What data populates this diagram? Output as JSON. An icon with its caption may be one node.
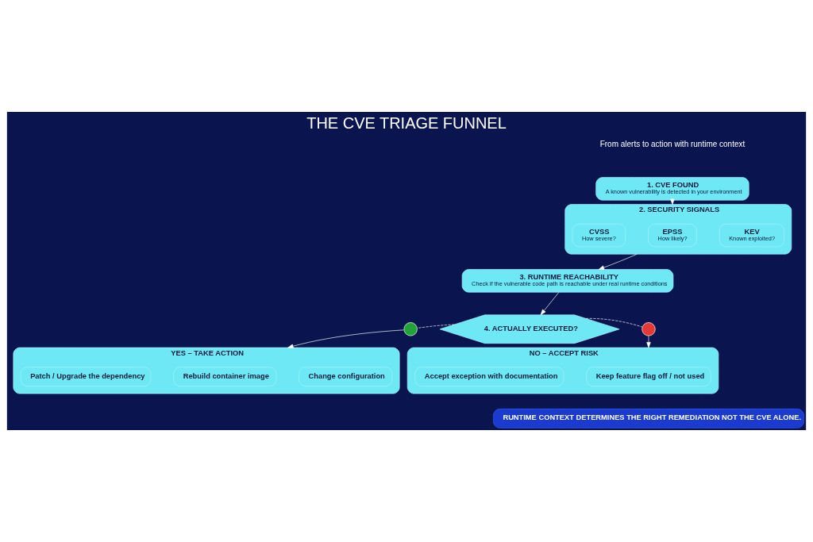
{
  "diagram": {
    "title": "THE CVE TRIAGE FUNNEL",
    "nodes": [
      {
        "text": [
          "1. CVE FOUND",
          "A known vulnerability is detected in your environment"
        ]
      },
      {
        "text": [
          "2. SECURITY SIGNALS"
        ]
      },
      {
        "text": [
          "CVSS",
          "How severe?"
        ],
        "in": 1
      },
      {
        "text": [
          "EPSS",
          "How likely?"
        ],
        "in": 1
      },
      {
        "text": [
          "KEV",
          "Known exploited?"
        ],
        "in": 1
      },
      {
        "text": [
          "3. RUNTIME REACHABILITY",
          "Check if the vulnerable code path is reachable under real runtime conditions"
        ]
      },
      {
        "text": [
          "4. ACTUALLY EXECUTED?"
        ]
      },
      {
        "text": [],
        "shape": "circle"
      },
      {
        "text": [],
        "shape": "circle"
      },
      {
        "text": [
          "YES – TAKE ACTION"
        ]
      },
      {
        "text": [
          "Patch / Upgrade the dependency"
        ],
        "in": 9
      },
      {
        "text": [
          "Rebuild container image"
        ],
        "in": 9
      },
      {
        "text": [
          "Change configuration"
        ],
        "in": 9
      },
      {
        "text": [
          "NO – ACCEPT RISK"
        ]
      },
      {
        "text": [
          "Accept exception with documentation"
        ],
        "in": 13
      },
      {
        "text": [
          "Keep feature flag off / not used"
        ],
        "in": 13
      },
      {
        "text": [
          "RUNTIME CONTEXT DETERMINES THE RIGHT REMEDIATION NOT THE CVE ALONE."
        ]
      }
    ],
    "edges": [
      {
        "from": 0,
        "to": 1,
        "arrow": "to"
      },
      {
        "from": 1,
        "to": 5,
        "arrow": "to"
      },
      {
        "from": 5,
        "to": 6,
        "arrow": "to"
      },
      {
        "from": 6,
        "to": 7,
        "arrow": "none",
        "style": "dashed"
      },
      {
        "from": 7,
        "to": 9,
        "arrow": "to"
      },
      {
        "from": 6,
        "to": 8,
        "arrow": "none",
        "style": "dashed"
      },
      {
        "from": 8,
        "to": 13,
        "arrow": "to"
      }
    ],
    "labels": [
      "From alerts to action with runtime context"
    ]
  }
}
